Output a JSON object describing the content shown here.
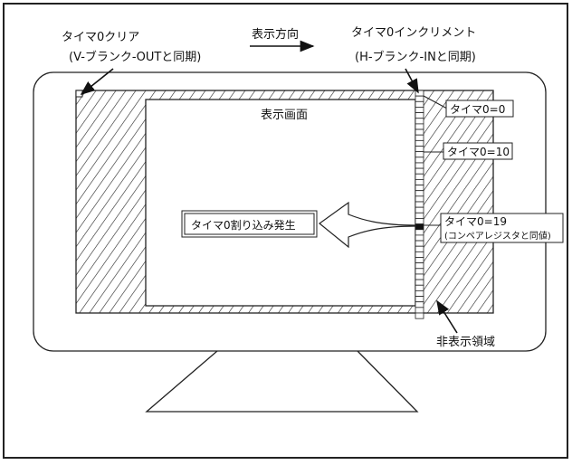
{
  "labels": {
    "timer_clear": "タイマ0クリア",
    "timer_clear_sync": "(V-ブランク-OUTと同期)",
    "direction": "表示方向",
    "timer_increment": "タイマ0インクリメント",
    "timer_increment_sync": "(H-ブランク-INと同期)",
    "display_screen": "表示画面",
    "timer_0": "タイマ0=0",
    "timer_10": "タイマ0=10",
    "timer_19": "タイマ0=19",
    "timer_19_note": "(コンペアレジスタと同値)",
    "interrupt": "タイマ0割り込み発生",
    "non_display": "非表示領域"
  }
}
